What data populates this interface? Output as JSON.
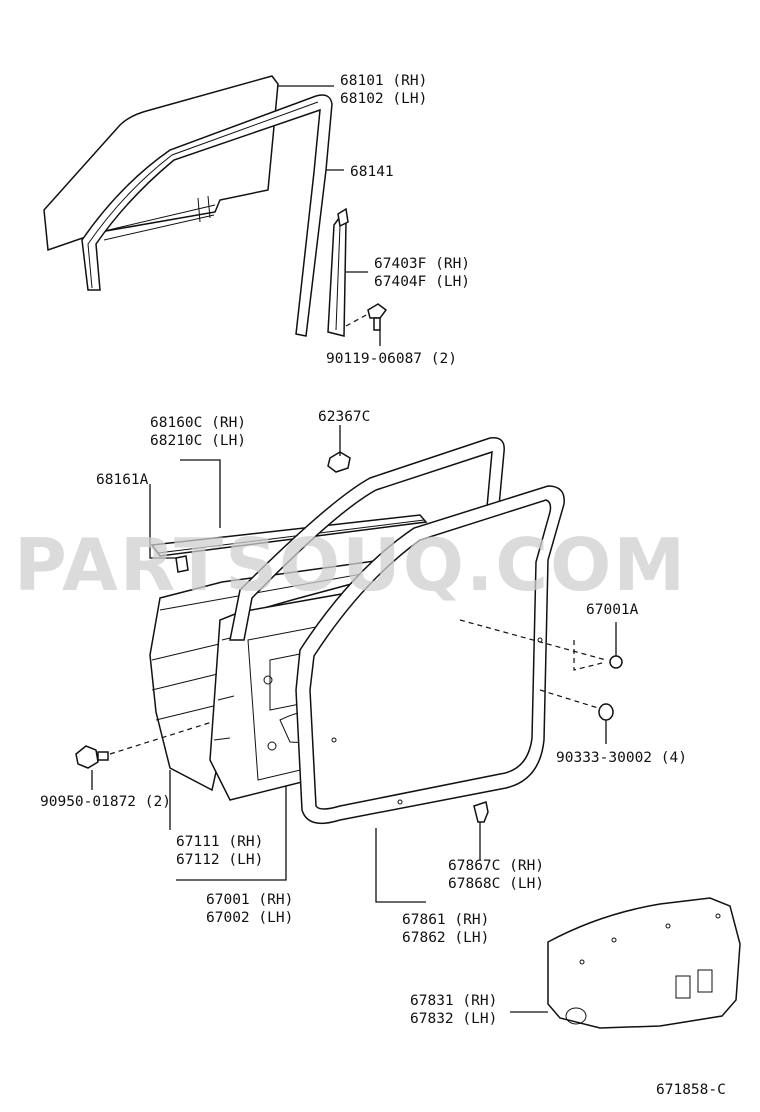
{
  "watermark": "PARTSOUQ.COM",
  "diagram_code": "671858-C",
  "callouts": {
    "glass_rh": "68101 (RH)",
    "glass_lh": "68102 (LH)",
    "run_channel": "68141",
    "sash_rh": "67403F (RH)",
    "sash_lh": "67404F (LH)",
    "sash_bolt": "90119-06087 (2)",
    "belt_weatherstrip_rh": "68160C (RH)",
    "belt_weatherstrip_lh": "68210C (LH)",
    "belt_clip": "68161A",
    "clip_62367c": "62367C",
    "plug_67001a": "67001A",
    "hole_plug": "90333-30002 (4)",
    "door_clip": "90950-01872 (2)",
    "outer_panel_rh": "67111 (RH)",
    "outer_panel_lh": "67112 (LH)",
    "door_panel_rh": "67001 (RH)",
    "door_panel_lh": "67002 (LH)",
    "weatherstrip_clip_rh": "67867C (RH)",
    "weatherstrip_clip_lh": "67868C (LH)",
    "door_weatherstrip_rh": "67861 (RH)",
    "door_weatherstrip_lh": "67862 (LH)",
    "service_cover_rh": "67831 (RH)",
    "service_cover_lh": "67832 (LH)"
  }
}
